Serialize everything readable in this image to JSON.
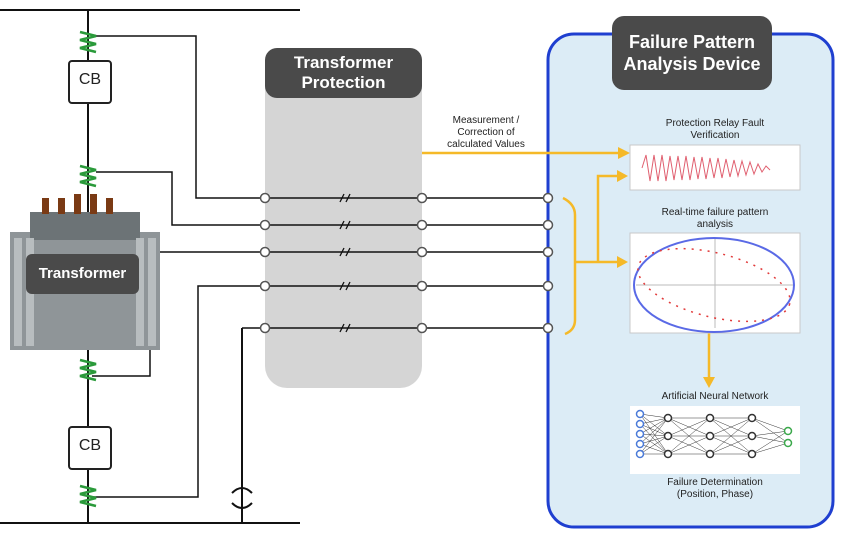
{
  "protection": {
    "title_line1": "Transformer",
    "title_line2": "Protection"
  },
  "device": {
    "title_line1": "Failure Pattern",
    "title_line2": "Analysis Device"
  },
  "transformer": {
    "label": "Transformer"
  },
  "breakers": {
    "top": "CB",
    "bottom": "CB"
  },
  "measurement": {
    "line1": "Measurement /",
    "line2": "Correction of",
    "line3": "calculated Values"
  },
  "panels": {
    "relay": {
      "line1": "Protection Relay Fault",
      "line2": "Verification"
    },
    "realtime": {
      "line1": "Real-time failure pattern",
      "line2": "analysis"
    },
    "ann": {
      "label": "Artificial Neural Network"
    },
    "failure": {
      "line1": "Failure Determination",
      "line2": "(Position, Phase)"
    }
  },
  "colors": {
    "arrow": "#f5b928",
    "device_border": "#1f3fd0",
    "device_fill": "#dcecf6",
    "title_bg": "#4a4a4a",
    "protection_fill": "#d5d5d5",
    "coil": "#2a9a3a",
    "ellipse_blue": "#5a6ae6",
    "ellipse_red": "#e23a3a"
  }
}
